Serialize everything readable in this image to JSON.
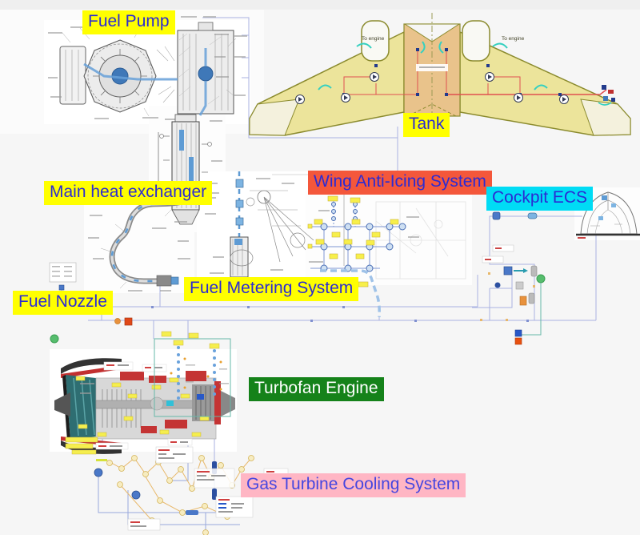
{
  "canvas": {
    "bg": "#f6f6f6",
    "top_strip": "#efefef"
  },
  "connector_color": "#a9b2e2",
  "systems": {
    "fuel_pump": {
      "label": "Fuel Pump",
      "bg": "#ffff00",
      "fg": "#2b2bd3"
    },
    "tank": {
      "label": "Tank",
      "bg": "#ffff00",
      "fg": "#2b2bd3"
    },
    "main_heat_exchanger": {
      "label": "Main heat exchanger",
      "bg": "#ffff00",
      "fg": "#2b2bd3"
    },
    "wing_anti_icing": {
      "label": "Wing Anti-Icing System",
      "bg": "#f4573b",
      "fg": "#2b2bd3"
    },
    "cockpit_ecs": {
      "label": "Cockpit ECS",
      "bg": "#00dcf5",
      "fg": "#2b2bd3"
    },
    "fuel_metering": {
      "label": "Fuel Metering System",
      "bg": "#ffff00",
      "fg": "#2b2bd3"
    },
    "fuel_nozzle": {
      "label": "Fuel Nozzle",
      "bg": "#ffff00",
      "fg": "#2b2bd3"
    },
    "turbofan_engine": {
      "label": "Turbofan Engine",
      "bg": "#15821a",
      "fg": "#ffffff"
    },
    "gas_turbine_cooling": {
      "label": "Gas Turbine Cooling System",
      "bg": "#ffb6c4",
      "fg": "#4646df"
    }
  },
  "wing": {
    "to_engine_left": "To engine",
    "to_engine_right": "To engine"
  }
}
